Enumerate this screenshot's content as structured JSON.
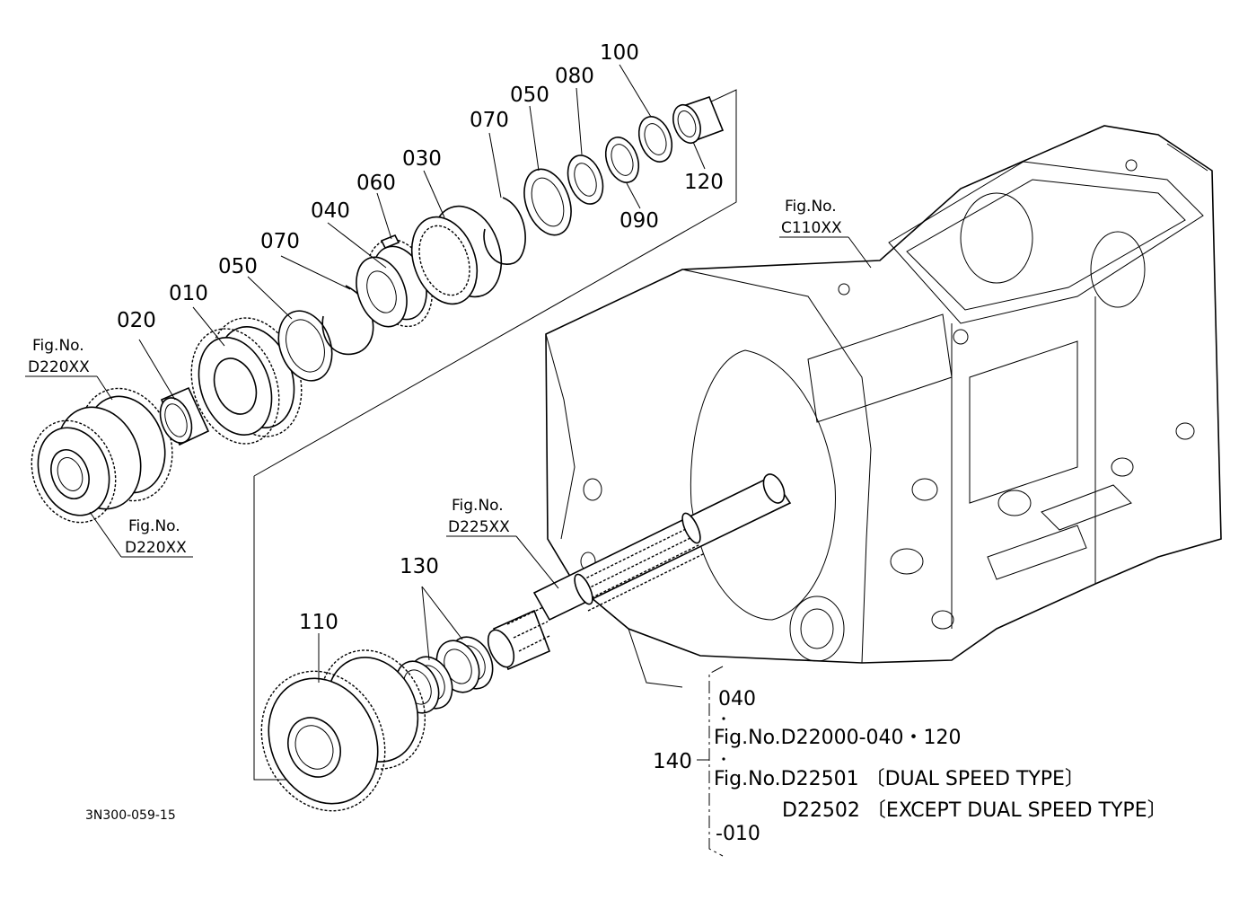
{
  "parts": {
    "p010": "010",
    "p020": "020",
    "p030": "030",
    "p040": "040",
    "p050a": "050",
    "p050b": "050",
    "p060": "060",
    "p070a": "070",
    "p070b": "070",
    "p080": "080",
    "p090": "090",
    "p100": "100",
    "p110": "110",
    "p120": "120",
    "p130": "130",
    "p140": "140"
  },
  "fig_refs": {
    "label": "Fig.No.",
    "d220_top": "D220XX",
    "d220_bottom": "D220XX",
    "c110": "C110XX",
    "d225": "D225XX"
  },
  "note": {
    "line1": "040",
    "line2": "Fig.No.D22000-040・120",
    "line3": "Fig.No.D22501 〔DUAL SPEED TYPE〕",
    "line4": "D22502 〔EXCEPT DUAL SPEED TYPE〕",
    "line5": "-010"
  },
  "drawing_code": "3N300-059-15"
}
